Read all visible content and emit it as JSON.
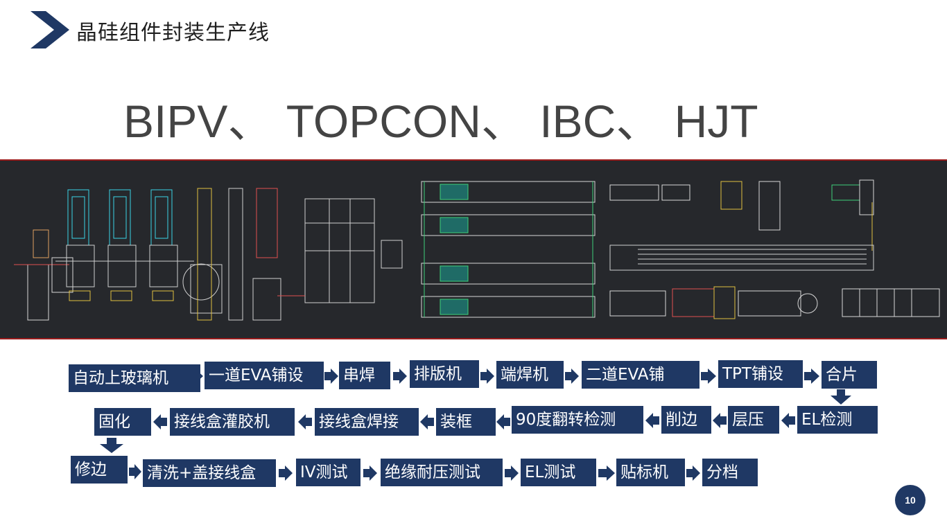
{
  "header": {
    "title": "晶硅组件封装生产线"
  },
  "headline": "BIPV、 TOPCON、 IBC、 HJT",
  "process": {
    "row1": [
      "自动上玻璃机",
      "一道EVA铺设",
      "串焊",
      "排版机",
      "端焊机",
      "二道EVA铺",
      "TPT铺设",
      "合片"
    ],
    "row2": [
      "固化",
      "接线盒灌胶机",
      "接线盒焊接",
      "装框",
      "90度翻转检测",
      "削边",
      "层压",
      "EL检测"
    ],
    "row3": [
      "修边",
      "清洗+盖接线盒",
      "IV测试",
      "绝缘耐压测试",
      "EL测试",
      "贴标机",
      "分档"
    ]
  },
  "footer": {
    "page_number": "10"
  },
  "colors": {
    "accent": "#1f3864",
    "cad_background": "#26282c",
    "cad_border": "#9b1c1c"
  },
  "icons": {
    "title_marker": "chevron-right-icon",
    "flow_arrow": "arrow-right-icon"
  }
}
